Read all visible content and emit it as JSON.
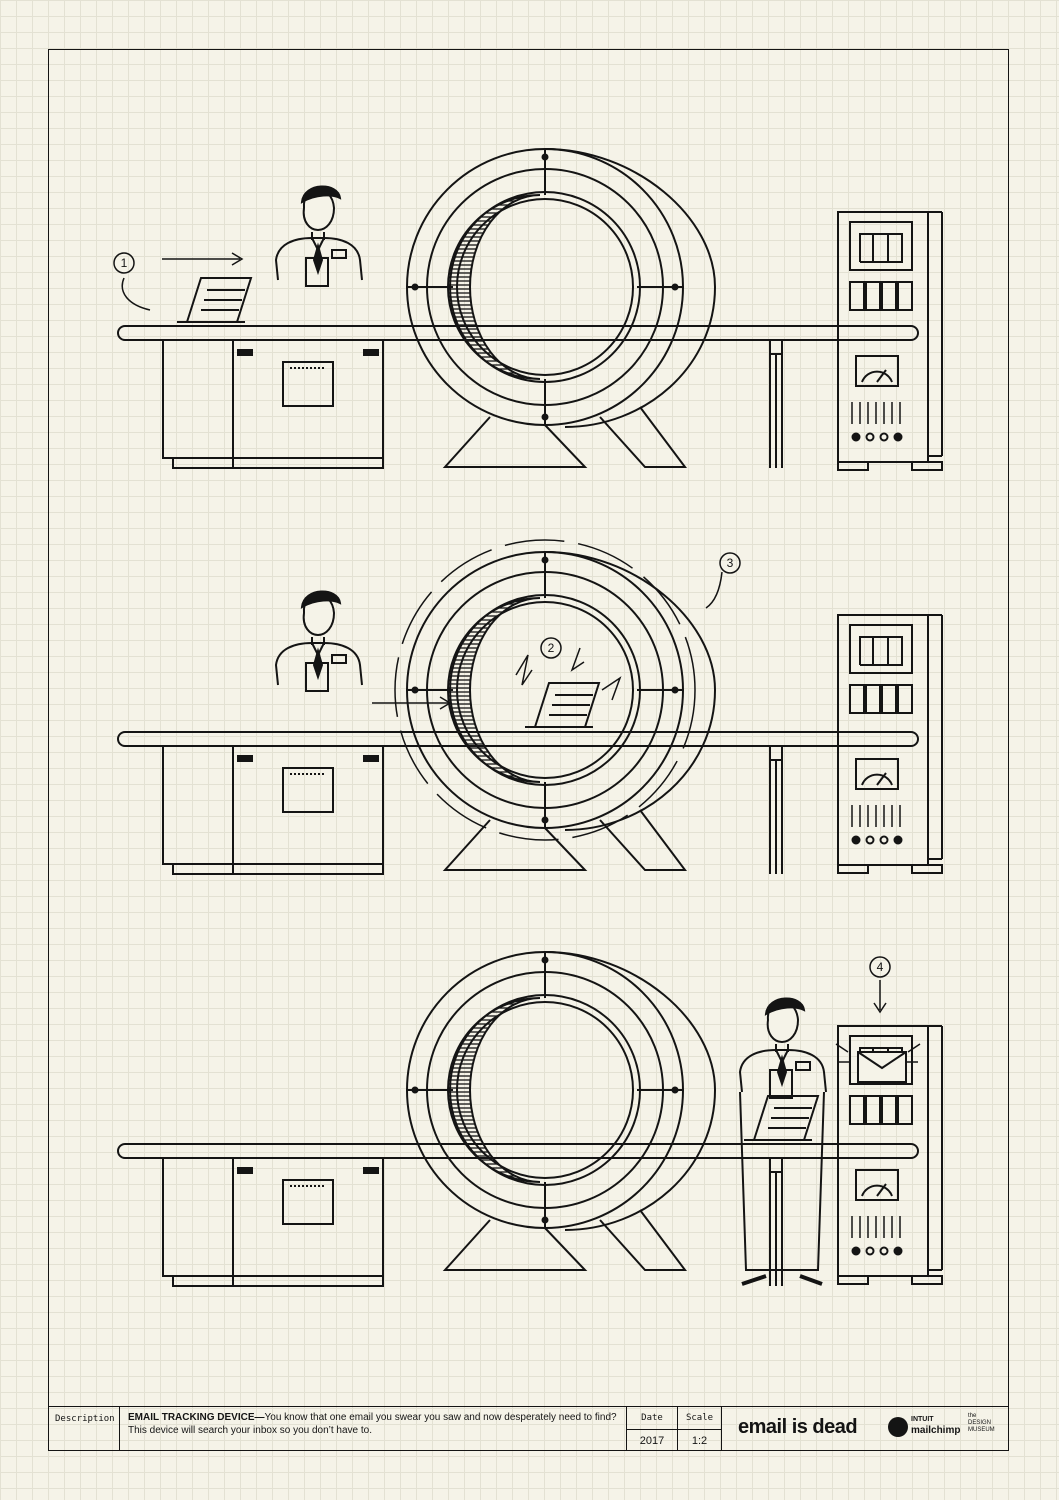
{
  "callouts": [
    "1",
    "2",
    "3",
    "4"
  ],
  "title_block": {
    "description_label": "Description",
    "title": "EMAIL TRACKING DEVICE",
    "dash": "—",
    "text": "You know that one email you swear you saw and now desperately need to find? This device will search your inbox so you don’t have to.",
    "date_label": "Date",
    "date_value": "2017",
    "scale_label": "Scale",
    "scale_value": "1:2"
  },
  "logos": {
    "email_is_dead": "email is dead",
    "intuit": "INTUIT",
    "mailchimp": "mailchimp",
    "the": "the",
    "design": "DESIGN",
    "museum": "MUSEUM"
  }
}
